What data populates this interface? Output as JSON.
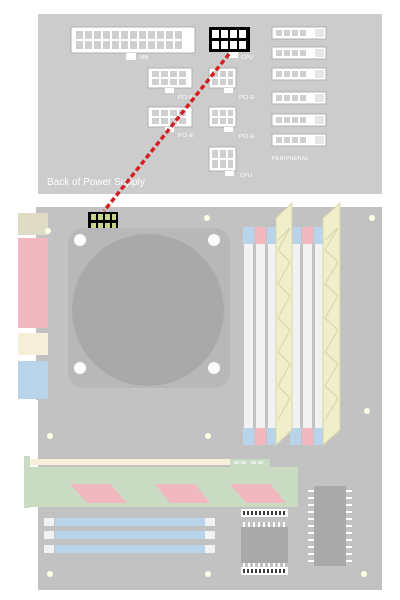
{
  "psu": {
    "title": "Back of Power Supply",
    "labels": {
      "mb": "MB",
      "cpu_top": "CPU",
      "pcie_1": "PCI-E",
      "pcie_2": "PCI-E",
      "pcie_3": "PCI-E",
      "pcie_4": "PCI-E",
      "cpu_bottom": "CPU",
      "peripheral": "PERIPHERAL"
    }
  },
  "colors": {
    "psu_panel": "#cccccc",
    "board": "#c2c2c2",
    "connector": "#ffffff",
    "active_connector": "#000000",
    "cable": "#d42020",
    "fan": "#a9a9a9",
    "ram_slot_pink": "#f2b8c0",
    "ram_slot_blue": "#b8d3ea",
    "pcie_green": "#c9dcc3"
  }
}
